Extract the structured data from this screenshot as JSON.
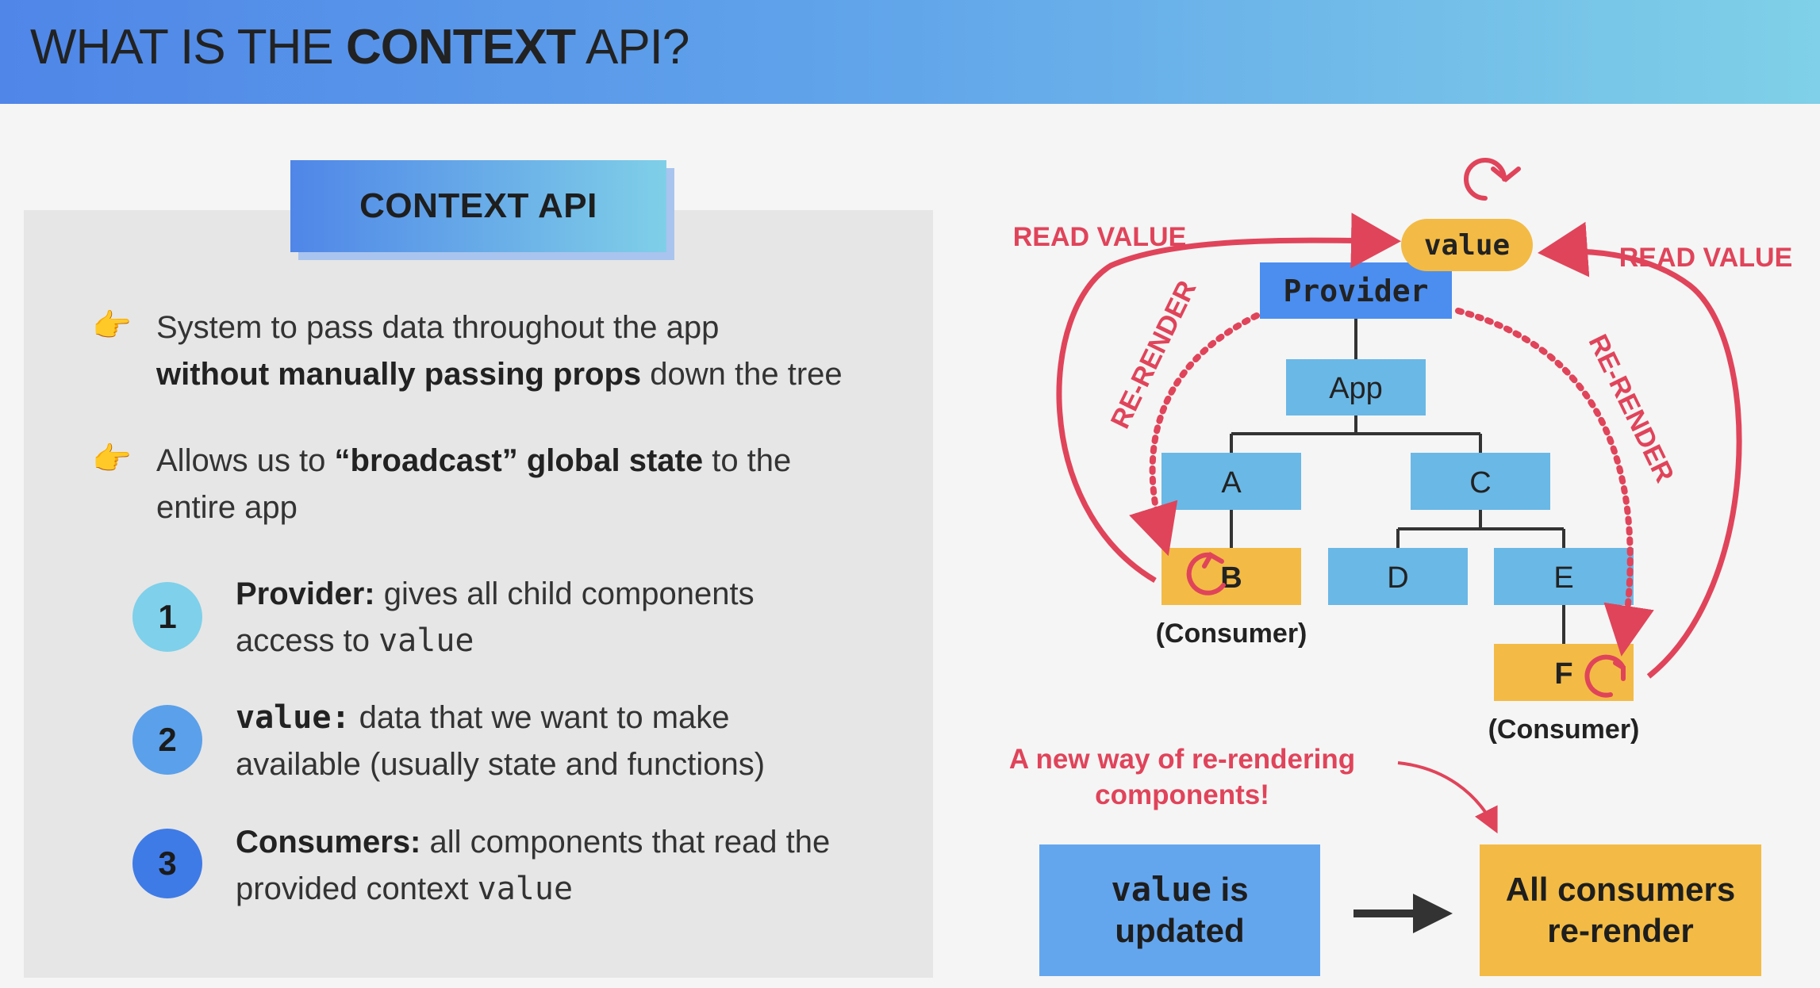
{
  "header": {
    "title_prefix": "WHAT IS THE ",
    "title_bold": "CONTEXT",
    "title_suffix": " API?"
  },
  "panel": {
    "tab_label": "CONTEXT API",
    "bullet_icon": "pointing-hand-icon",
    "bullets": [
      {
        "line1": "System to pass data throughout the app",
        "bold": "without manually passing props",
        "rest": " down the tree"
      },
      {
        "pre": "Allows us to ",
        "bold": "“broadcast” global state",
        "rest": " to the",
        "line2": "entire app"
      }
    ],
    "numbered": [
      {
        "num": "1",
        "color": "#7fd0ea",
        "term": "Provider:",
        "text": " gives all child components",
        "line2": "access to ",
        "code": "value"
      },
      {
        "num": "2",
        "color": "#5ba0ea",
        "term": "value:",
        "text": " data that we want to make",
        "line2": "available (usually state and functions)"
      },
      {
        "num": "3",
        "color": "#3f7be6",
        "term": "Consumers:",
        "text": " all components that read the",
        "line2": "provided context ",
        "code": "value"
      }
    ]
  },
  "diagram": {
    "value_label": "value",
    "provider_label": "Provider",
    "read_value_left": "READ VALUE",
    "read_value_right": "READ VALUE",
    "rerender_left": "RE-RENDER",
    "rerender_right": "RE-RENDER",
    "nodes": {
      "app": "App",
      "a": "A",
      "b": "B",
      "c": "C",
      "d": "D",
      "e": "E",
      "f": "F"
    },
    "consumer_label": "(Consumer)",
    "annotation_line1": "A new way of re-rendering",
    "annotation_line2": "components!",
    "colors": {
      "blue": "#6ab8e6",
      "provider": "#4b8ef0",
      "consumer": "#f3bb45",
      "red": "#e0445a"
    }
  },
  "bottom": {
    "left_code": "value",
    "left_rest": " is",
    "left_line2": "updated",
    "right_line1": "All consumers",
    "right_line2": "re-render"
  }
}
